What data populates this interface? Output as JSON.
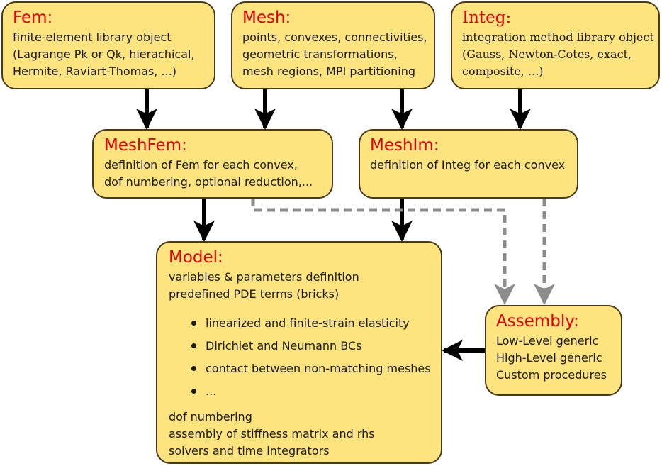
{
  "fem": {
    "title": "Fem:",
    "lines": [
      "finite-element library object",
      "(Lagrange Pk or Qk, hierachical,",
      "Hermite, Raviart-Thomas, ...)"
    ]
  },
  "mesh": {
    "title": "Mesh:",
    "lines": [
      "points, convexes, connectivities,",
      "geometric transformations,",
      "mesh regions, MPI partitioning"
    ]
  },
  "integ": {
    "title": "Integ:",
    "lines": [
      "integration method library object",
      "(Gauss, Newton-Cotes, exact,",
      "composite, ...)"
    ]
  },
  "meshfem": {
    "title": "MeshFem:",
    "lines": [
      "definition of Fem for each convex,",
      "dof numbering, optional reduction,..."
    ]
  },
  "meshim": {
    "title": "MeshIm:",
    "lines": [
      "definition of Integ for each convex"
    ]
  },
  "model": {
    "title": "Model:",
    "lines_top": [
      "variables & parameters definition",
      "predefined PDE terms (bricks)"
    ],
    "bullets": [
      "linearized and finite-strain elasticity",
      "Dirichlet and Neumann BCs",
      "contact between non-matching meshes",
      "..."
    ],
    "lines_bottom": [
      "dof numbering",
      "assembly of stiffness matrix and rhs",
      "solvers and time integrators"
    ]
  },
  "assembly": {
    "title": "Assembly:",
    "lines": [
      "Low-Level generic",
      "High-Level generic",
      "Custom procedures"
    ]
  },
  "colors": {
    "box_fill": "#fde47f",
    "title": "#e00000",
    "arrow_solid": "#000000",
    "arrow_dashed": "#8c8c8c"
  }
}
